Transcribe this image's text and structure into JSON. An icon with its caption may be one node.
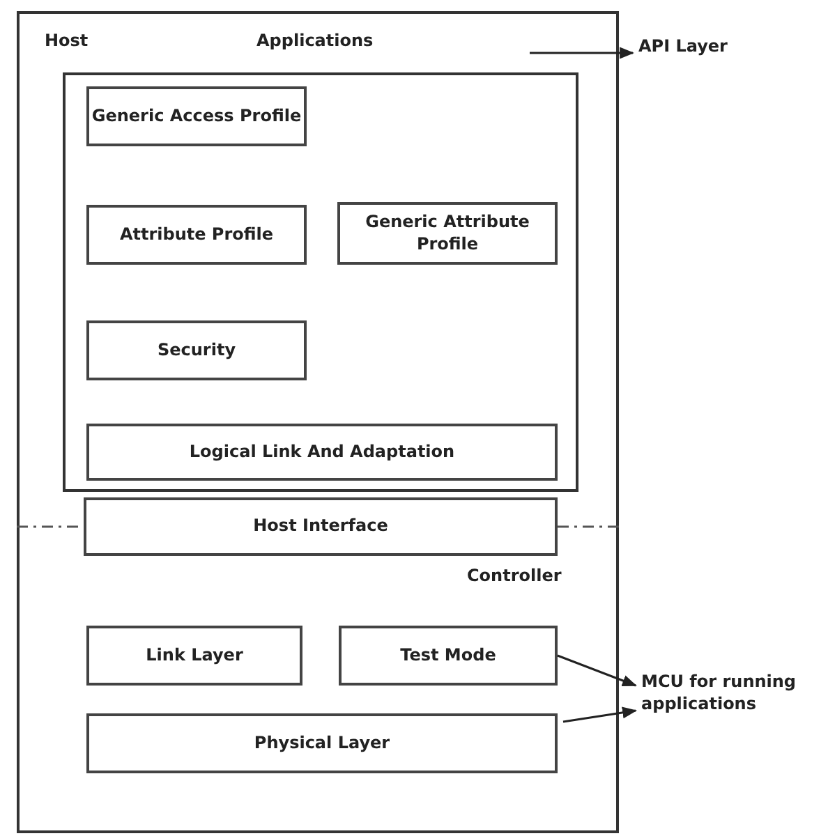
{
  "diagram": {
    "nodes": [
      {
        "text": [
          "Host",
          "Applications"
        ]
      },
      {
        "text": [],
        "shape": "box",
        "in": 0
      },
      {
        "text": [
          "Generic Access Profile"
        ],
        "in": 1
      },
      {
        "text": [
          "Attribute Profile"
        ],
        "in": 1
      },
      {
        "text": [
          "Generic Attribute Profile"
        ],
        "in": 1
      },
      {
        "text": [
          "Security"
        ],
        "in": 1
      },
      {
        "text": [
          "Logical Link And Adaptation"
        ],
        "in": 1
      },
      {
        "text": [
          "Host Interface"
        ],
        "in": 0
      },
      {
        "text": [
          "Link Layer"
        ],
        "in": 0
      },
      {
        "text": [
          "Test Mode"
        ],
        "in": 0
      },
      {
        "text": [
          "Physical Layer"
        ],
        "in": 0
      },
      {
        "text": [
          "API Layer"
        ]
      },
      {
        "text": [
          "MCU for running applications"
        ]
      }
    ],
    "edges": [
      {
        "from": null,
        "to": 11,
        "arrow": "to"
      },
      {
        "from": 9,
        "to": 12,
        "arrow": "to"
      },
      {
        "from": 10,
        "to": 12,
        "arrow": "to"
      }
    ],
    "labels": [
      "Controller"
    ]
  }
}
